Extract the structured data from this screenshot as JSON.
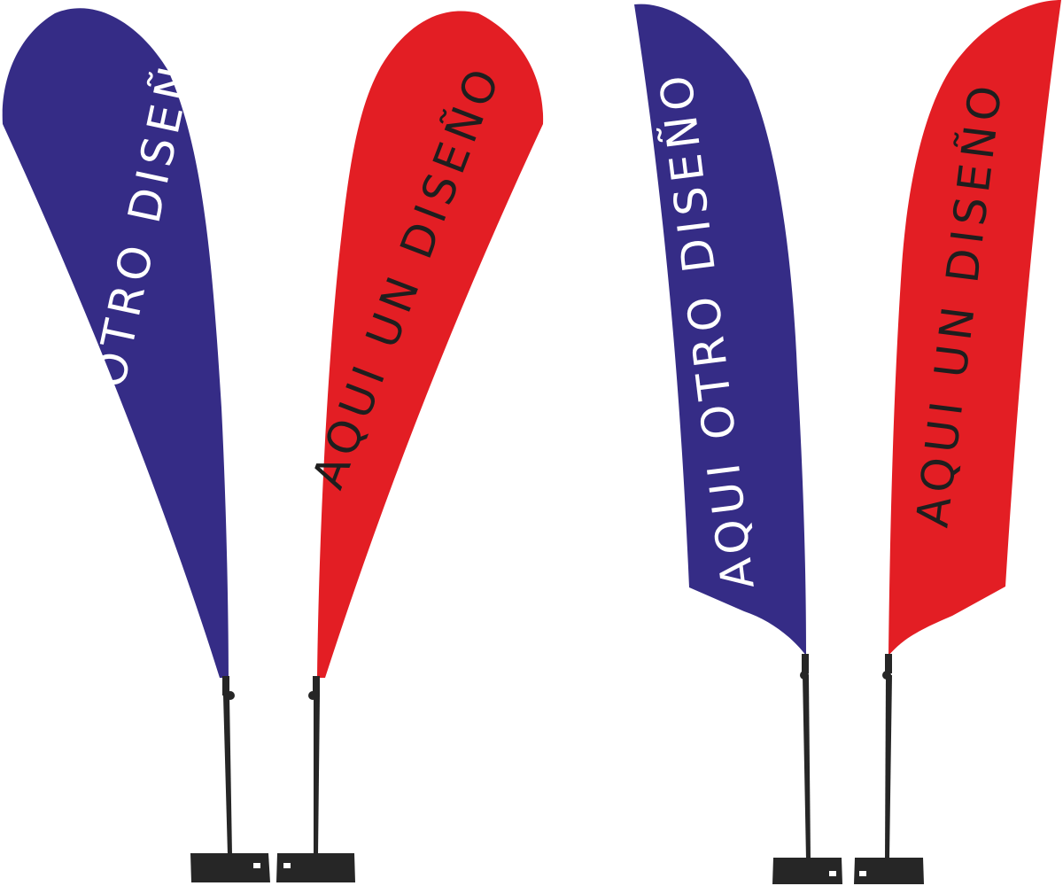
{
  "colors": {
    "blue": "#352C86",
    "red": "#E31E24",
    "pole": "#262626",
    "text_light": "#FFFFFF",
    "text_dark": "#1E1E1E"
  },
  "flags": [
    {
      "shape": "teardrop",
      "color": "blue",
      "text": "AQUI OTRO DISEÑO"
    },
    {
      "shape": "teardrop",
      "color": "red",
      "text": "AQUI UN DISEÑO"
    },
    {
      "shape": "feather",
      "color": "blue",
      "text": "AQUI OTRO DISEÑO"
    },
    {
      "shape": "feather",
      "color": "red",
      "text": "AQUI UN DISEÑO"
    }
  ]
}
